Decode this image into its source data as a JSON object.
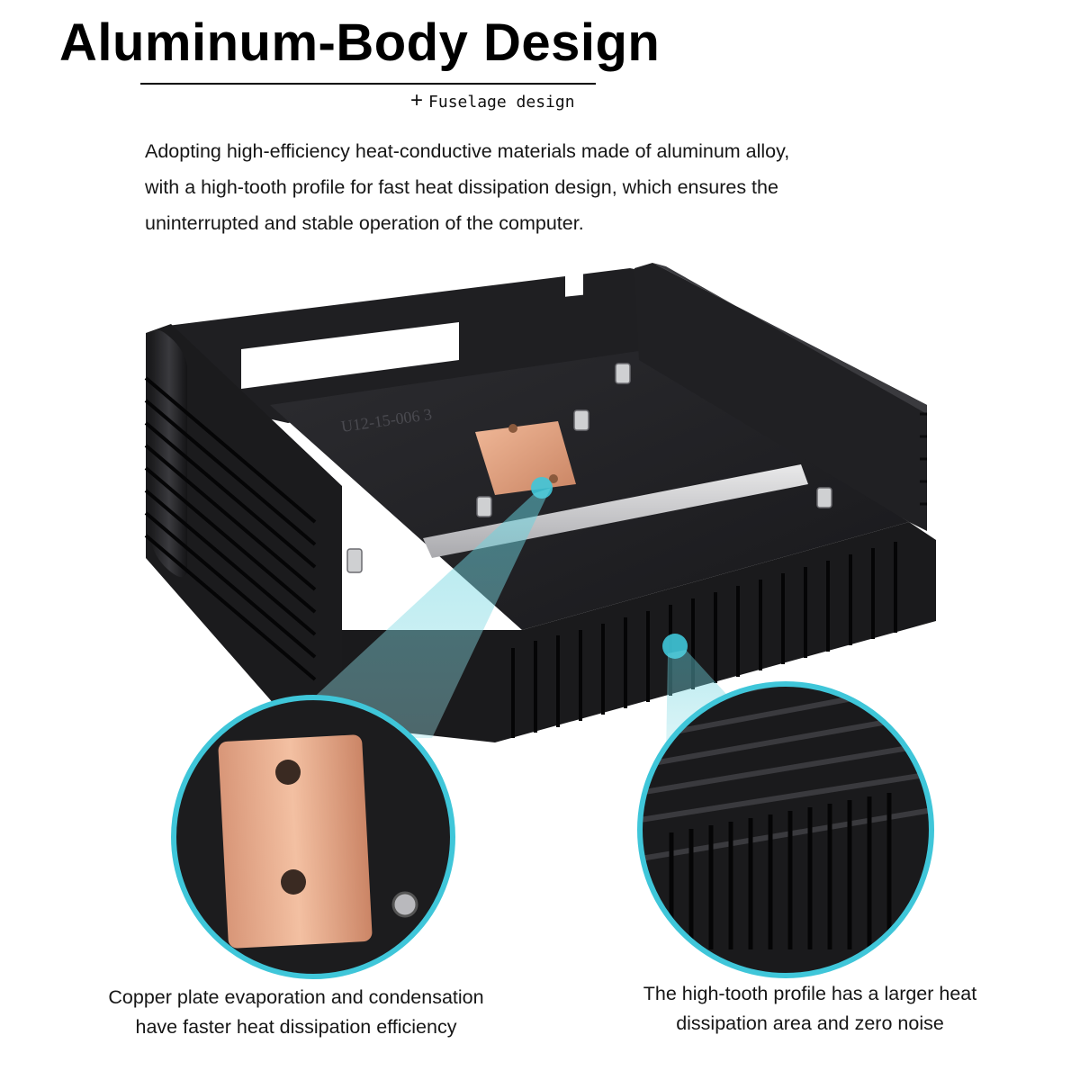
{
  "header": {
    "title": "Aluminum-Body Design",
    "subtitle_icon": "plus-icon",
    "subtitle": "Fuselage design"
  },
  "description": {
    "lines": [
      "Adopting high-efficiency heat-conductive materials made of aluminum alloy,",
      "with a high-tooth profile for fast heat dissipation design, which ensures the",
      "uninterrupted and stable operation of the computer."
    ]
  },
  "product": {
    "engraving": "U12-15-006 3"
  },
  "callouts": {
    "left": {
      "lines": [
        "Copper plate evaporation and condensation",
        "have faster heat dissipation efficiency"
      ]
    },
    "right": {
      "lines": [
        "The high-tooth profile has a larger heat",
        "dissipation area and zero noise"
      ]
    }
  },
  "colors": {
    "accent_cyan": "#3fc6d9",
    "copper": "#e2a585",
    "aluminum_black": "#1c1c1e"
  }
}
